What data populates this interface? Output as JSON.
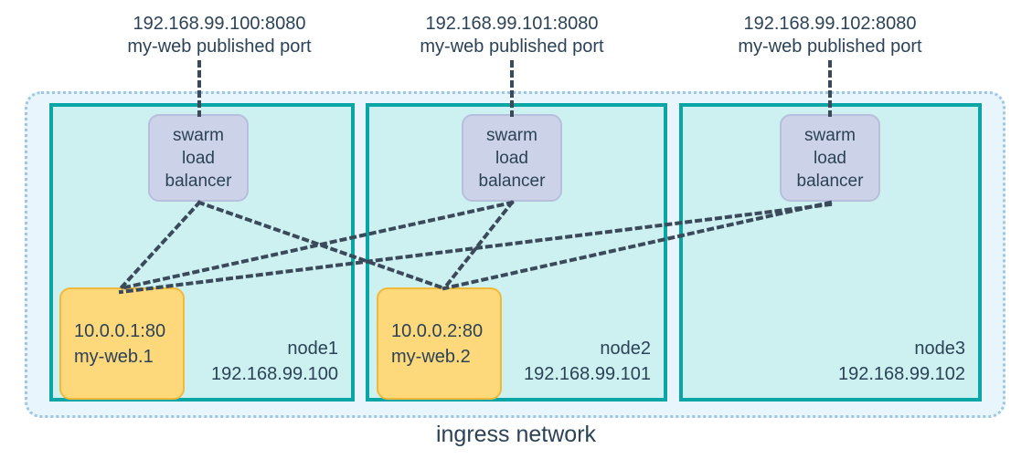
{
  "diagram": {
    "title": "ingress network",
    "colors": {
      "node_fill": "#cdf1f0",
      "node_border": "#0aa5a5",
      "ingress_fill": "#e9f5fc",
      "ingress_border": "#9ec6e6",
      "lb_fill": "#ccd2e8",
      "lb_border": "#b7bfdd",
      "task_fill": "#fdd97c",
      "task_border": "#f0b93a",
      "text": "#2b4257",
      "wire": "#3b4a5a"
    }
  },
  "callouts": [
    {
      "address": "192.168.99.100:8080",
      "description": "my-web published port"
    },
    {
      "address": "192.168.99.101:8080",
      "description": "my-web published port"
    },
    {
      "address": "192.168.99.102:8080",
      "description": "my-web published port"
    }
  ],
  "nodes": [
    {
      "name": "node1",
      "ip": "192.168.99.100",
      "load_balancer": {
        "line1": "swarm",
        "line2": "load",
        "line3": "balancer"
      },
      "task": {
        "address": "10.0.0.1:80",
        "name": "my-web.1"
      }
    },
    {
      "name": "node2",
      "ip": "192.168.99.101",
      "load_balancer": {
        "line1": "swarm",
        "line2": "load",
        "line3": "balancer"
      },
      "task": {
        "address": "10.0.0.2:80",
        "name": "my-web.2"
      }
    },
    {
      "name": "node3",
      "ip": "192.168.99.102",
      "load_balancer": {
        "line1": "swarm",
        "line2": "load",
        "line3": "balancer"
      },
      "task": null
    }
  ],
  "connections": {
    "publish_drops": [
      {
        "from": "callout-1",
        "to": "lb-1"
      },
      {
        "from": "callout-2",
        "to": "lb-2"
      },
      {
        "from": "callout-3",
        "to": "lb-3"
      }
    ],
    "routing_mesh": [
      {
        "from": "lb-1",
        "to": "task-my-web.1"
      },
      {
        "from": "lb-1",
        "to": "task-my-web.2"
      },
      {
        "from": "lb-2",
        "to": "task-my-web.1"
      },
      {
        "from": "lb-2",
        "to": "task-my-web.2"
      },
      {
        "from": "lb-3",
        "to": "task-my-web.1"
      },
      {
        "from": "lb-3",
        "to": "task-my-web.2"
      }
    ]
  }
}
